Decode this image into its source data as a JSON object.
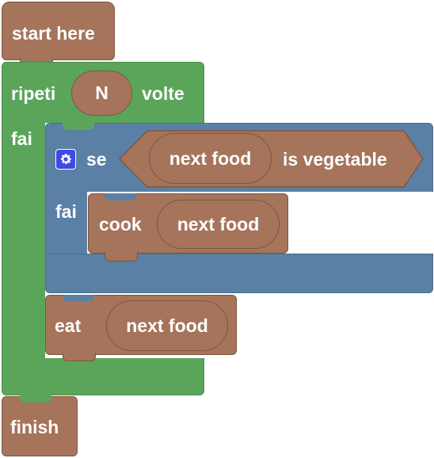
{
  "workspace": {
    "start_block": {
      "label": "start here"
    },
    "repeat_block": {
      "label_prefix": "ripeti",
      "count_value": "N",
      "label_suffix": "volte",
      "do_label": "fai"
    },
    "if_block": {
      "label": "se",
      "gear_icon": "gear-icon",
      "condition": {
        "left_value": "next food",
        "label": "is vegetable"
      },
      "do_label": "fai"
    },
    "cook_block": {
      "label": "cook",
      "argument": "next food"
    },
    "eat_block": {
      "label": "eat",
      "argument": "next food"
    },
    "finish_block": {
      "label": "finish"
    }
  },
  "colors": {
    "procedure_brown": "#A5745B",
    "loop_green": "#5BA55B",
    "logic_blue": "#5B80A5",
    "mutator_gear": "#3D4BE0",
    "text_white": "#FFFFFF"
  }
}
